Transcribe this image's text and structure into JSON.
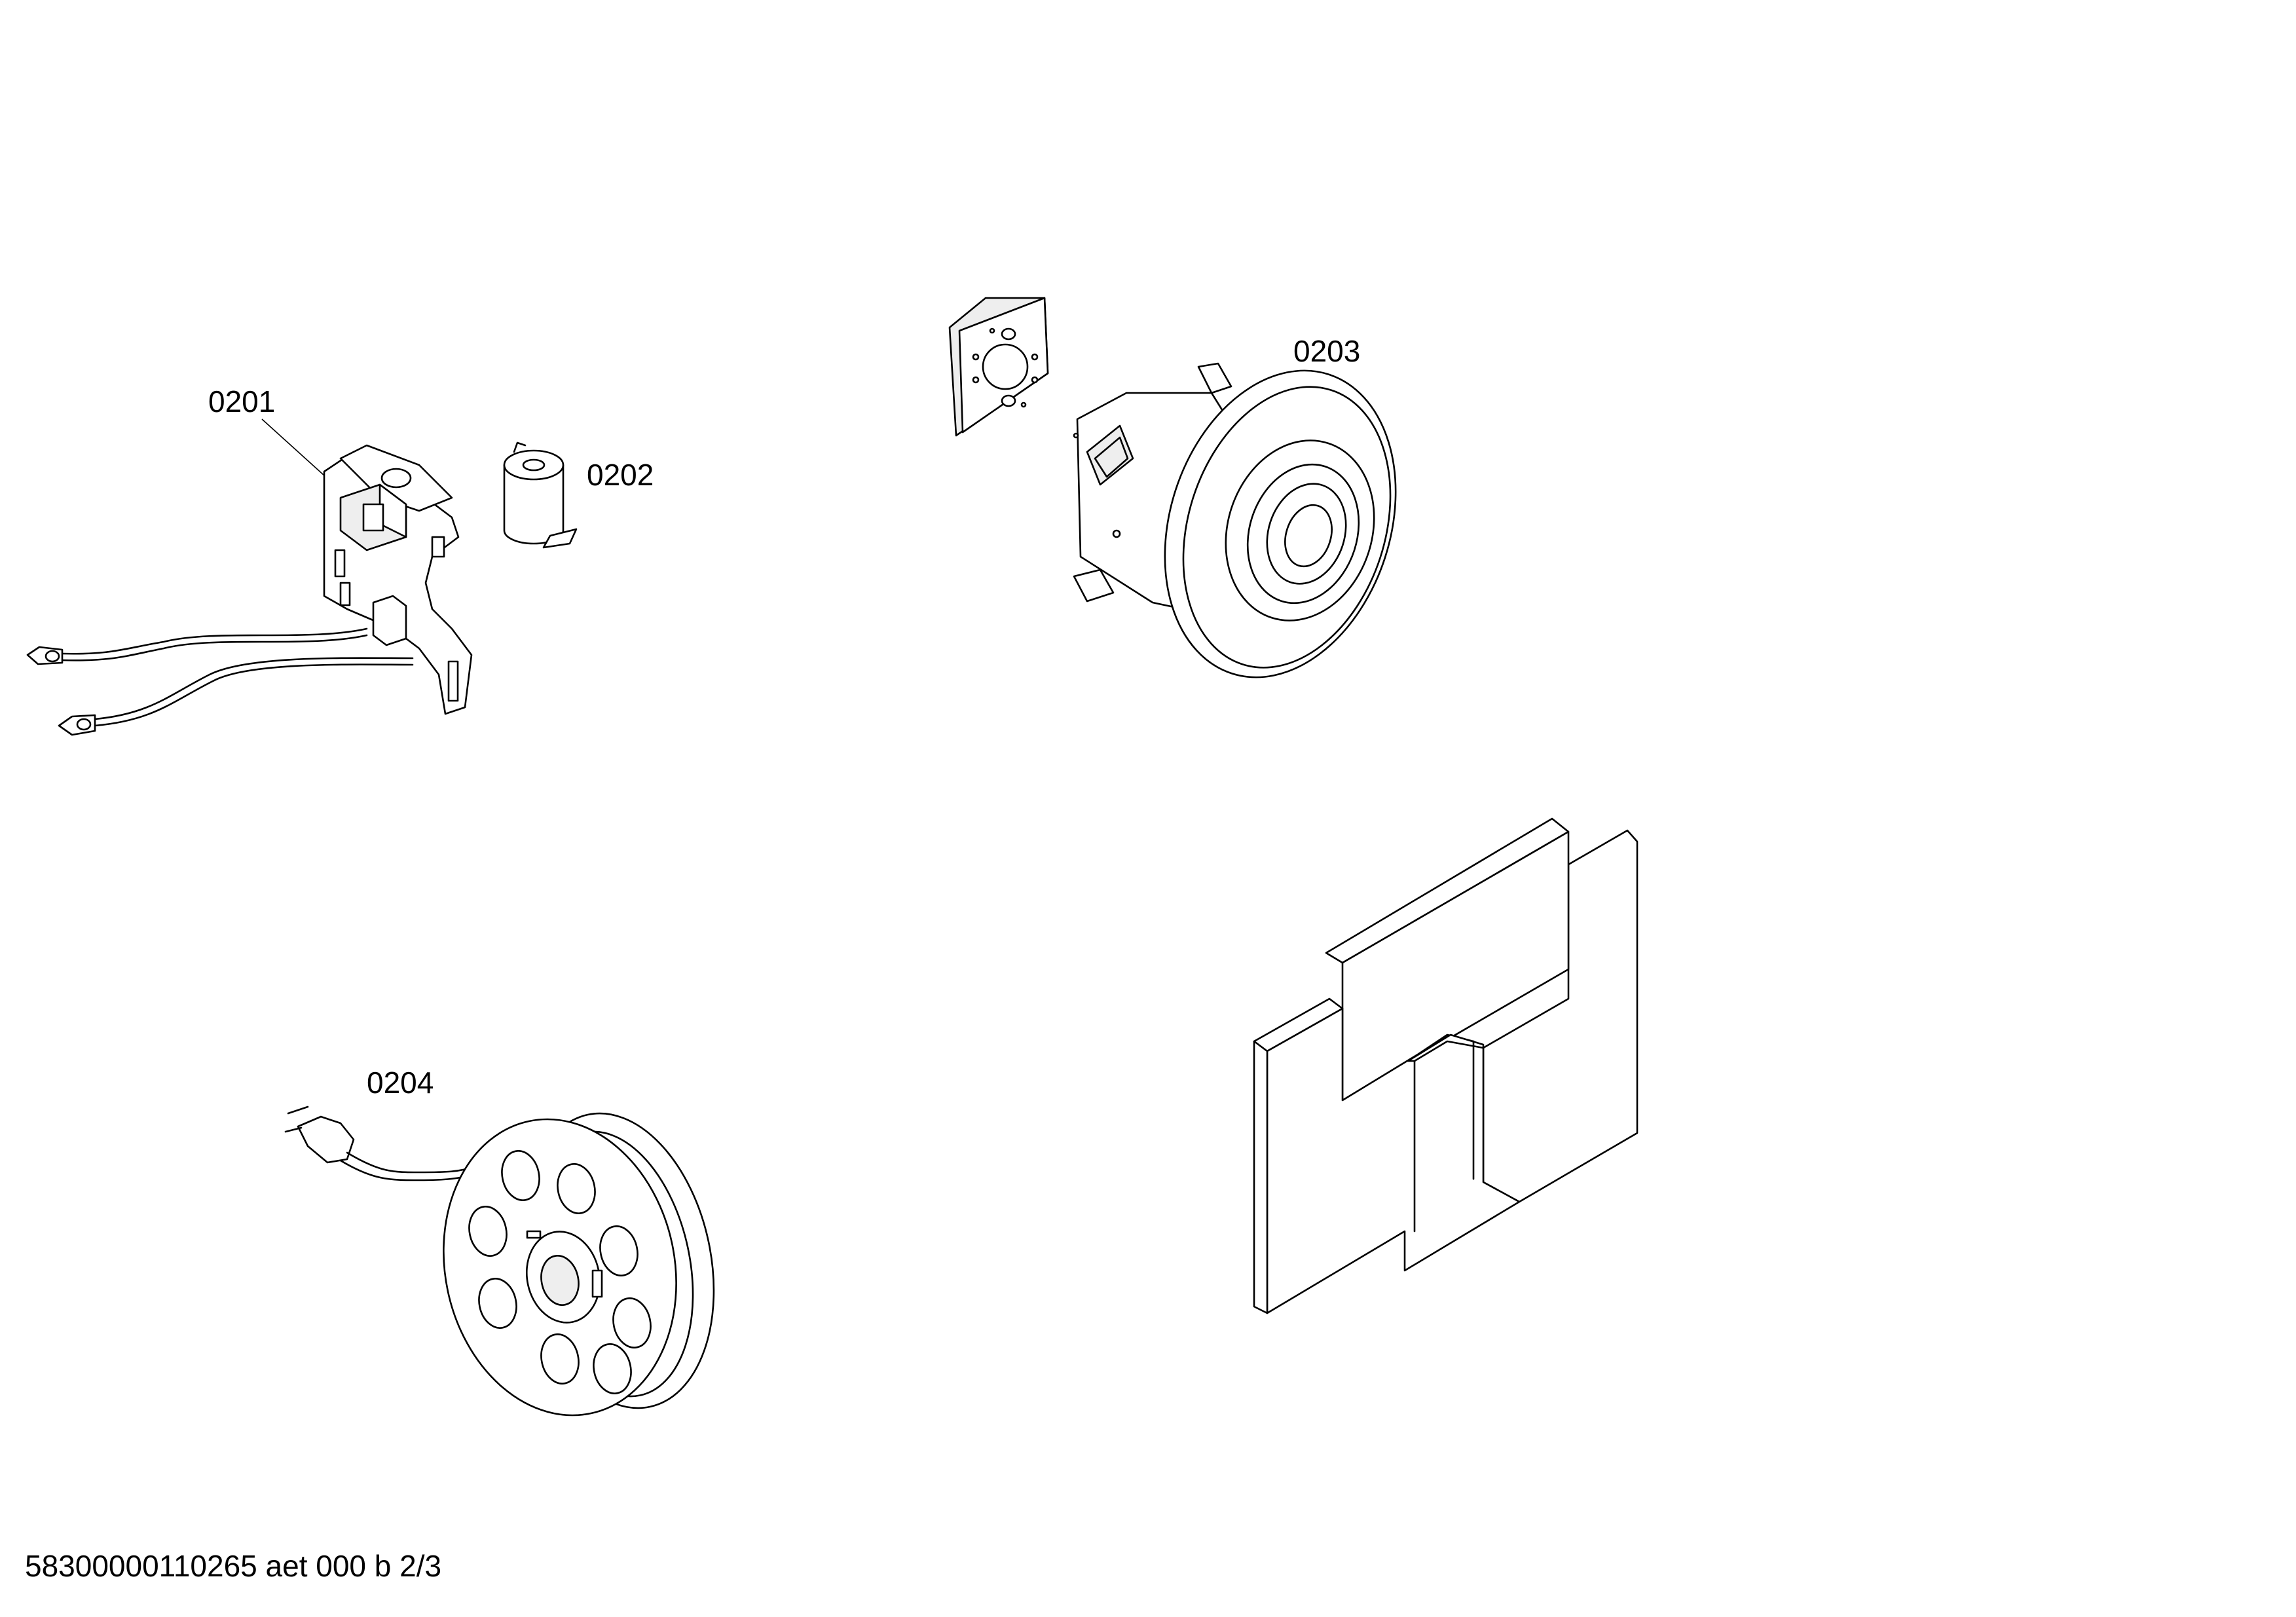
{
  "parts": [
    {
      "id": "0201",
      "label": "0201",
      "icon": "control-switch-assembly-icon"
    },
    {
      "id": "0202",
      "label": "0202",
      "icon": "capacitor-icon"
    },
    {
      "id": "0203",
      "label": "0203",
      "icon": "motor-icon"
    },
    {
      "id": "0204",
      "label": "0204",
      "icon": "cable-reel-icon"
    }
  ],
  "unlabeled_parts": [
    {
      "icon": "motor-mount-plate-icon"
    },
    {
      "icon": "foam-insulation-block-icon"
    }
  ],
  "footer": {
    "document_id": "58300000110265 aet 000 b 2/3"
  }
}
